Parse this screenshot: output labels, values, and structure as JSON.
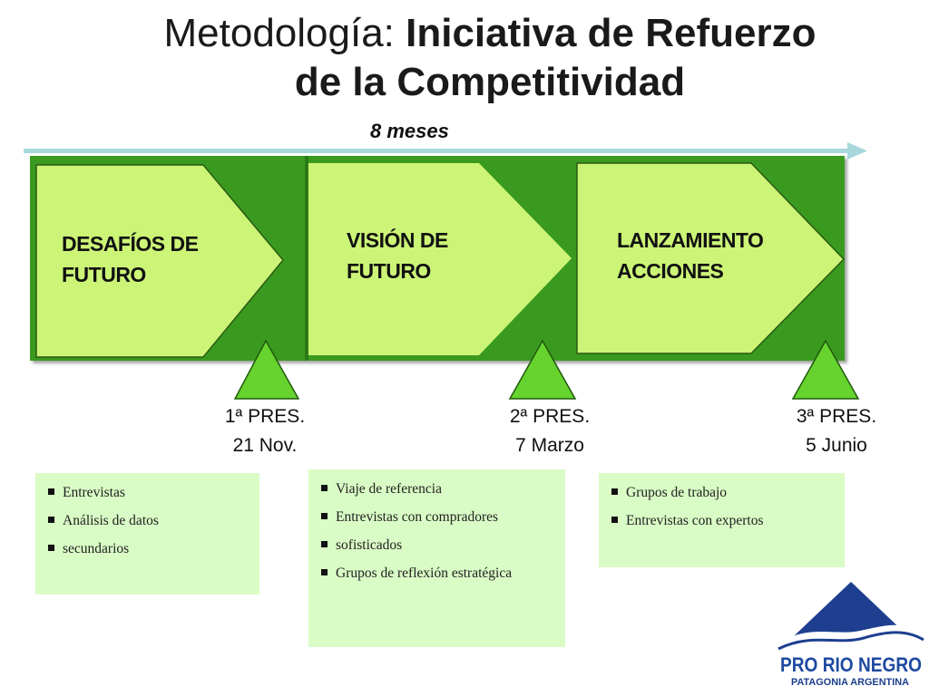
{
  "title": {
    "light": "Metodología: ",
    "bold_1": "Iniciativa de Refuerzo",
    "bold_2": "de la Competitividad"
  },
  "duration": "8 meses",
  "phases": [
    {
      "line1": "DESAFÍOS DE",
      "line2": "FUTURO"
    },
    {
      "line1": "VISIÓN DE",
      "line2": "FUTURO"
    },
    {
      "line1": "LANZAMIENTO",
      "line2": "ACCIONES"
    }
  ],
  "milestones": [
    {
      "label": "1ª PRES.",
      "date": "21 Nov."
    },
    {
      "label": "2ª PRES.",
      "date": "7 Marzo"
    },
    {
      "label": "3ª PRES.",
      "date": "5 Junio"
    }
  ],
  "activities": [
    {
      "items": [
        "Entrevistas",
        "Análisis de datos",
        "secundarios"
      ]
    },
    {
      "items": [
        "Viaje de referencia",
        "Entrevistas con compradores",
        "sofisticados",
        "Grupos de reflexión estratégica"
      ]
    },
    {
      "items": [
        "Grupos de trabajo",
        "Entrevistas con expertos"
      ]
    }
  ],
  "logo": {
    "name": "PRO RIO NEGRO",
    "tagline": "PATAGONIA ARGENTINA"
  },
  "colors": {
    "band": "#3a9a1f",
    "chevron": "#ccf577",
    "triangle": "#66d32e",
    "activity_box": "#d9fbc5",
    "timeline_arrow": "#a6d8dc",
    "logo_blue": "#1e3f8f"
  }
}
